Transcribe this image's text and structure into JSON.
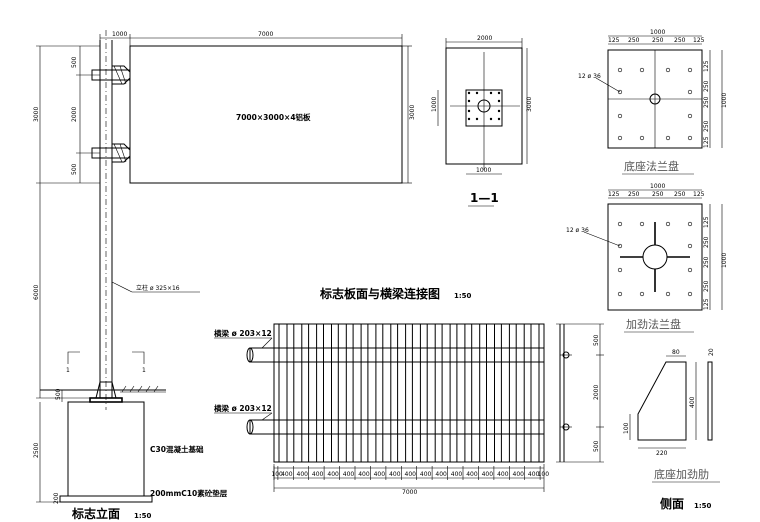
{
  "elevation": {
    "dim_top_post": "1000",
    "dim_top_panel": "7000",
    "dim_left_total_top": "3000",
    "dim_left_total_bottom": "6000",
    "dim_seg_a": "500",
    "dim_seg_b": "2000",
    "dim_seg_c": "500",
    "dim_panel_height": "3000",
    "panel_label": "7000×3000×4铝板",
    "column_label": "立柱 ø 325×16",
    "foundation_label": "C30混凝土基础",
    "cushion_label": "200mmC10素砼垫层",
    "dim_base_top": "500",
    "dim_foundation": "2500",
    "dim_cushion": "200",
    "section_mark": "1",
    "title": "标志立面",
    "scale": "1:50"
  },
  "section11": {
    "dim_width": "2000",
    "dim_height": "3000",
    "dim_inner_w": "1000",
    "dim_inner_h": "1000",
    "title": "1—1"
  },
  "base_flange": {
    "dim_total": "1000",
    "segs": [
      "125",
      "250",
      "250",
      "250",
      "125"
    ],
    "hole_label": "12 ø 36",
    "title": "底座法兰盘"
  },
  "stiff_flange": {
    "dim_total": "1000",
    "segs": [
      "125",
      "250",
      "250",
      "250",
      "125"
    ],
    "hole_label": "12 ø 36",
    "title": "加劲法兰盘"
  },
  "connection": {
    "title": "标志板面与横梁连接图",
    "scale": "1:50",
    "beam_label_top": "横梁 ø 203×12",
    "beam_label_bottom": "横梁 ø 203×12",
    "bottom_dims": [
      "100",
      "400",
      "400",
      "400",
      "400",
      "400",
      "400",
      "400",
      "400",
      "400",
      "400",
      "400",
      "400",
      "400",
      "400",
      "400",
      "400",
      "400",
      "100"
    ],
    "dim_total": "7000"
  },
  "side_view": {
    "dim_top": "500",
    "dim_mid": "2000",
    "dim_bottom": "500",
    "title": "侧面",
    "scale": "1:50"
  },
  "rib": {
    "dim_top": "80",
    "dim_thick": "20",
    "dim_height": "400",
    "dim_base_h": "100",
    "dim_width": "220",
    "title": "底座加劲肋"
  }
}
